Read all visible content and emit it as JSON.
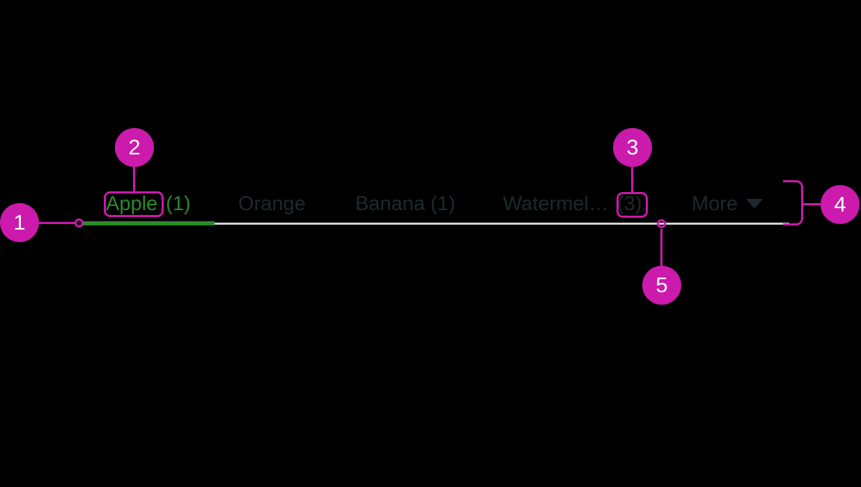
{
  "colors": {
    "background": "#000000",
    "annotation_magenta": "#cb1aac",
    "active_green": "#2d892c",
    "inactive_text": "#1e282e",
    "track_gray": "#d3d5d6",
    "callout_number": "#ffffff"
  },
  "tabs": {
    "apple": {
      "label": "Apple",
      "count": "(1)",
      "state": "active"
    },
    "orange": {
      "label": "Orange"
    },
    "banana": {
      "label": "Banana (1)"
    },
    "watermelon": {
      "label": "Watermel…",
      "count": "(3)"
    },
    "more": {
      "label": "More",
      "dropdown_icon": "triangle-down"
    }
  },
  "callouts": {
    "c1": "1",
    "c2": "2",
    "c3": "3",
    "c4": "4",
    "c5": "5"
  }
}
